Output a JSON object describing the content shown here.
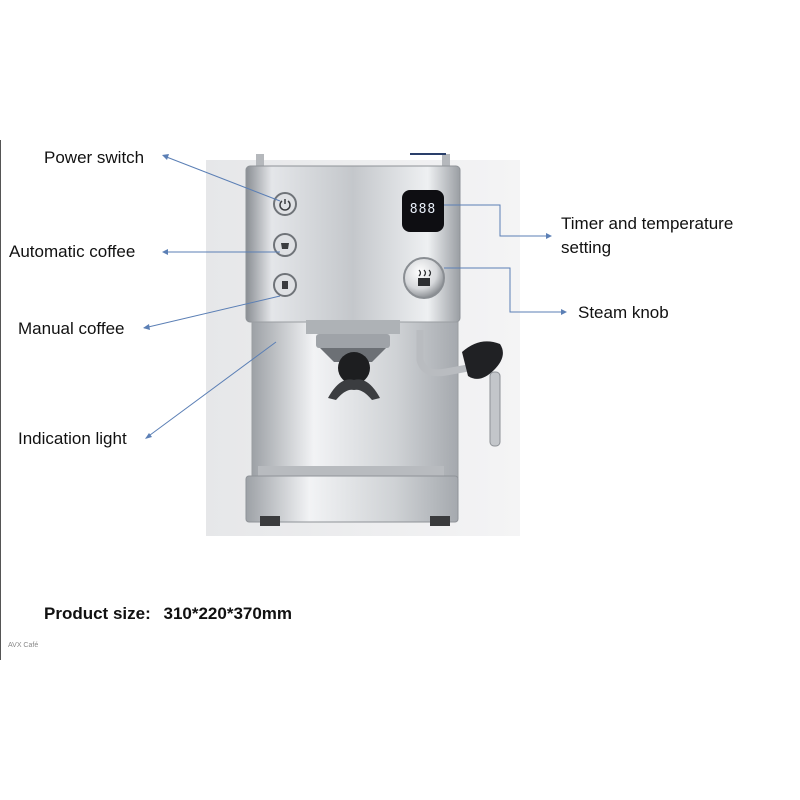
{
  "callouts": {
    "power_switch": "Power switch",
    "automatic_coffee": "Automatic coffee",
    "manual_coffee": "Manual coffee",
    "indication_light": "Indication light",
    "timer_temperature": "Timer and temperature setting",
    "steam_knob": "Steam knob"
  },
  "display": {
    "digits": "888"
  },
  "product": {
    "size_label": "Product size:",
    "size_value": "310*220*370mm"
  },
  "watermark": "AVX Café",
  "colors": {
    "leader_line": "#5b7fb5",
    "stainless": "#c9ccd0",
    "display_bg": "#0e0e12",
    "display_digits": "#e8eef8"
  },
  "icons": [
    "power-icon",
    "coffee-cup-icon",
    "manual-cup-icon",
    "steam-knob-icon"
  ]
}
